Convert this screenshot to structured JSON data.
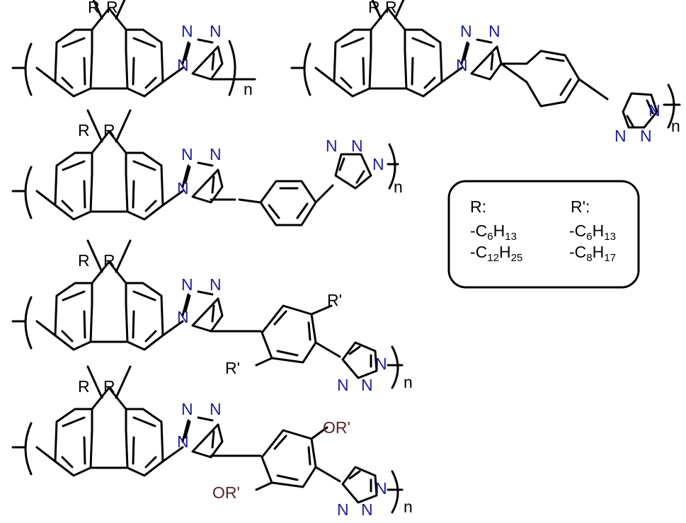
{
  "atoms": {
    "R": "R",
    "R_prime": "R'",
    "OR_prime": "OR'",
    "N": "N",
    "n": "n"
  },
  "legend": {
    "R_header": "R:",
    "R_items": [
      {
        "prefix": "-C",
        "a": "6",
        "mid": "H",
        "b": "13"
      },
      {
        "prefix": "-C",
        "a": "12",
        "mid": "H",
        "b": "25"
      }
    ],
    "Rp_header": "R':",
    "Rp_items": [
      {
        "prefix": "-C",
        "a": "6",
        "mid": "H",
        "b": "13"
      },
      {
        "prefix": "-C",
        "a": "8",
        "mid": "H",
        "b": "17"
      }
    ]
  },
  "colors": {
    "bond": "#000000",
    "nitrogen": "#1c1c9c",
    "oxygen": "#5a2222"
  }
}
